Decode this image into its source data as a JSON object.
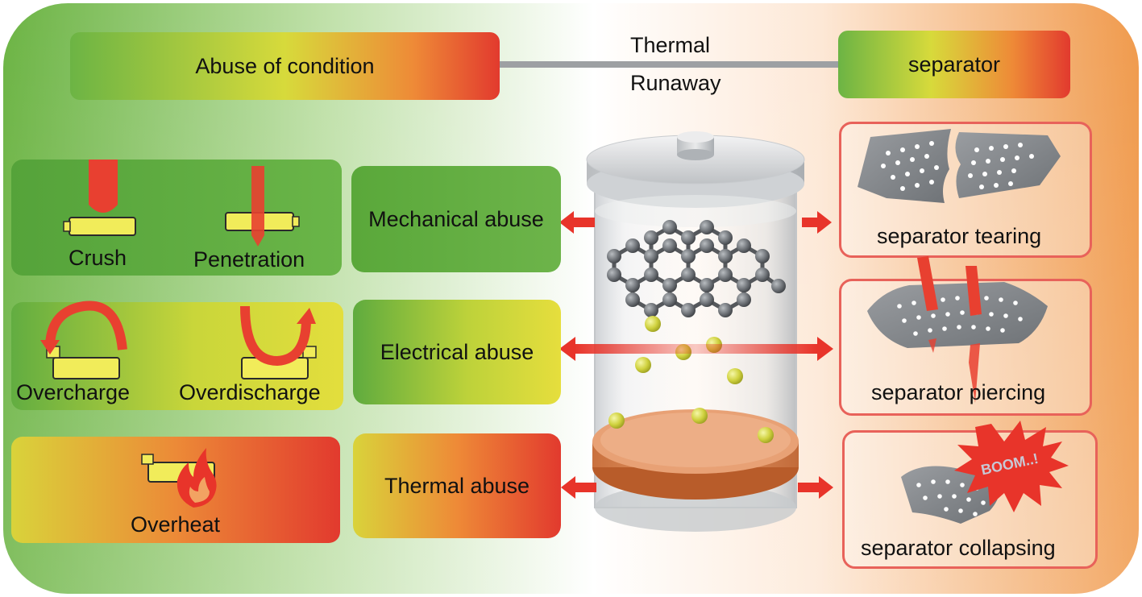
{
  "header": {
    "left": "Abuse of condition",
    "center_line1": "Thermal",
    "center_line2": "Runaway",
    "right": "separator"
  },
  "conditions": {
    "crush": "Crush",
    "penetration": "Penetration",
    "overcharge": "Overcharge",
    "overdischarge": "Overdischarge",
    "overheat": "Overheat"
  },
  "abuses": {
    "mechanical": "Mechanical abuse",
    "electrical": "Electrical abuse",
    "thermal": "Thermal abuse"
  },
  "separator_states": {
    "tearing": "separator tearing",
    "piercing": "separator piercing",
    "collapsing": "separator collapsing",
    "boom": "BOOM..!"
  },
  "colors": {
    "green": "#5aa83a",
    "yellow": "#d8d83a",
    "orange": "#ef8a3a",
    "red": "#e23a2e",
    "arrow_red": "#e8342a",
    "battery_yellow": "#f1ec5a"
  }
}
